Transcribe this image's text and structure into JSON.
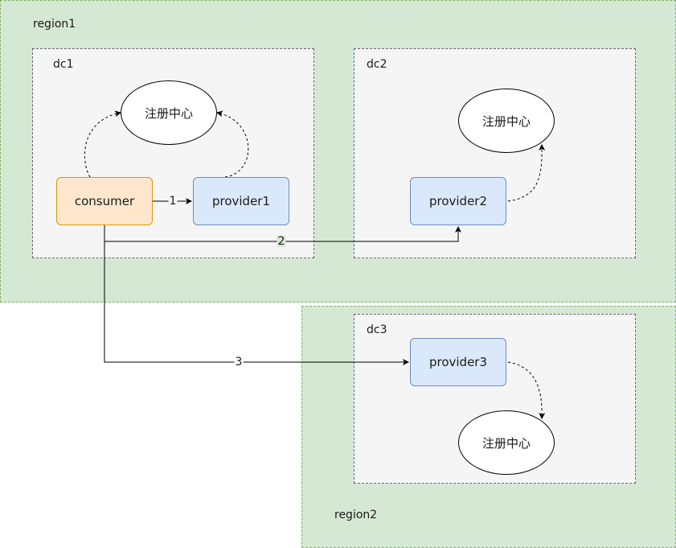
{
  "regions": [
    {
      "label": "region1"
    },
    {
      "label": "region2"
    }
  ],
  "datacenters": [
    {
      "label": "dc1"
    },
    {
      "label": "dc2"
    },
    {
      "label": "dc3"
    }
  ],
  "nodes": {
    "consumer": "consumer",
    "provider1": "provider1",
    "provider2": "provider2",
    "provider3": "provider3"
  },
  "registries": {
    "dc1": "注册中心",
    "dc2": "注册中心",
    "dc3": "注册中心"
  },
  "edges": {
    "e1": "1",
    "e2": "2",
    "e3": "3"
  },
  "colors": {
    "region_fill": "#d5e8d4",
    "region_border": "#82b366",
    "dc_fill": "#f5f5f5",
    "consumer_fill": "#ffe6cc",
    "consumer_border": "#d79b00",
    "provider_fill": "#dae8fc",
    "provider_border": "#6c8ebf"
  }
}
